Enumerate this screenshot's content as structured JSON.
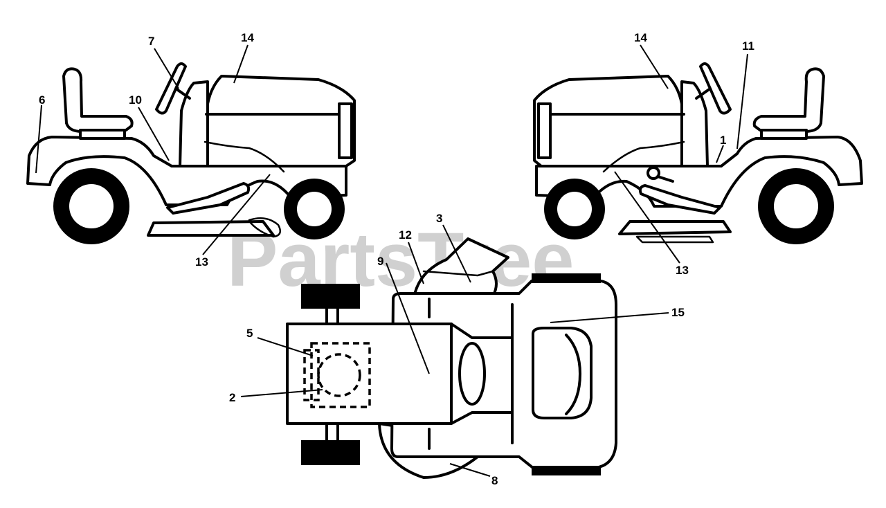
{
  "watermark": "PartsTree",
  "callouts": {
    "c1": "1",
    "c2": "2",
    "c3": "3",
    "c5": "5",
    "c6": "6",
    "c7": "7",
    "c8": "8",
    "c9": "9",
    "c10": "10",
    "c11": "11",
    "c12": "12",
    "c13_left": "13",
    "c13_right": "13",
    "c14_left": "14",
    "c14_right": "14",
    "c15": "15"
  }
}
